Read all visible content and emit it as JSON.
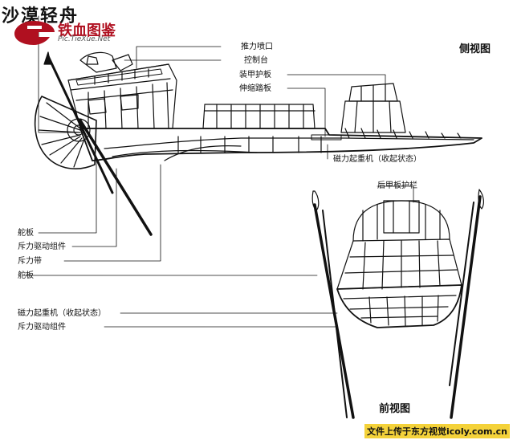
{
  "page_title": "沙漠轻舟",
  "logo": {
    "text": "铁血图鉴",
    "url": "Pic.TieXue.Net"
  },
  "views": {
    "side": "侧视图",
    "front": "前视图"
  },
  "side_labels": {
    "thrust_nozzle": "推力喷口",
    "console": "控制台",
    "armor_plate": "装甲护板",
    "extend_step": "伸缩踏板",
    "mag_crane": "磁力起重机（收起状态）"
  },
  "front_labels": {
    "rear_rail": "后甲板护栏"
  },
  "left_labels": [
    "舵板",
    "斥力驱动组件",
    "斥力带",
    "舵板",
    "磁力起重机（收起状态）",
    "斥力驱动组件"
  ],
  "watermark": "文件上传于东方视觉icoly.com.cn",
  "colors": {
    "line": "#111111",
    "logo_red": "#b01020",
    "watermark_bg": "#f4d23a"
  }
}
